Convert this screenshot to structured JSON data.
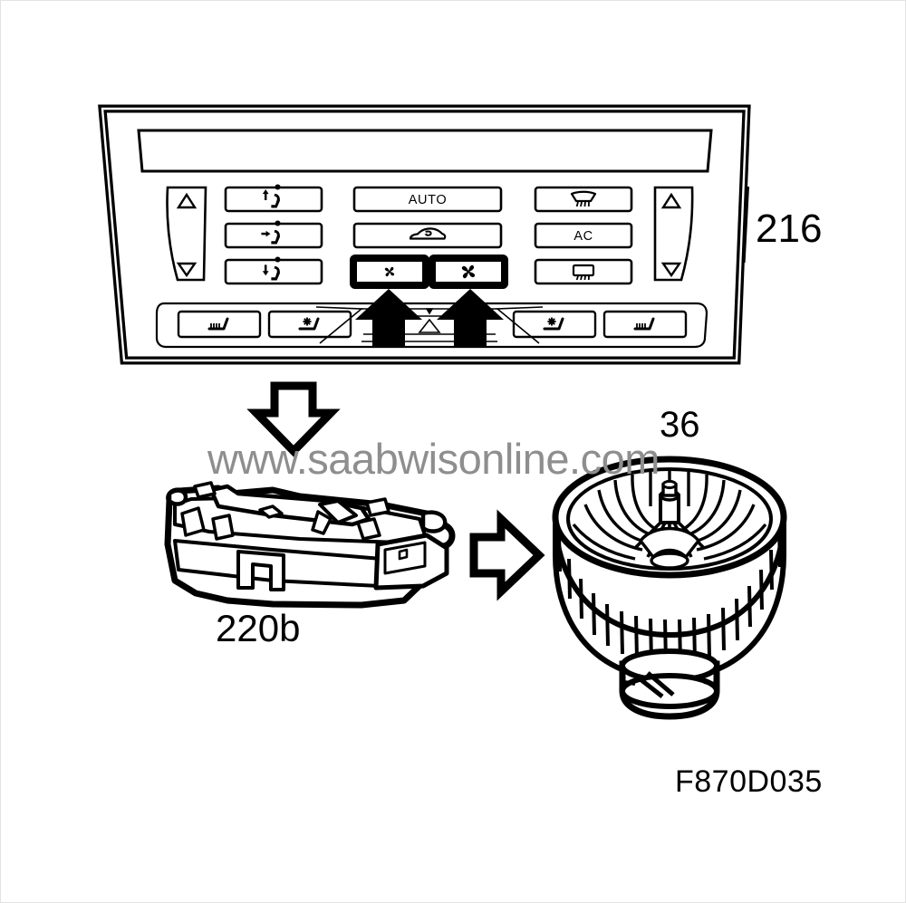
{
  "figure": {
    "code": "F870D035",
    "watermark": "www.saabwisonline.com",
    "background_color": "#ffffff",
    "line_color": "#000000",
    "watermark_color": "#8e8e8e"
  },
  "callouts": [
    {
      "id": "216",
      "label": "216",
      "refers_to": "automatic-climate-control-panel"
    },
    {
      "id": "36",
      "label": "36",
      "refers_to": "blower-motor-fan-wheel"
    },
    {
      "id": "220b",
      "label": "220b",
      "refers_to": "blower-motor-control-unit"
    }
  ],
  "control_panel": {
    "name": "Automatic Climate Control (ACC) panel",
    "display": {
      "name": "lcd-display",
      "text": ""
    },
    "left_temp_stepper": {
      "up": "▲",
      "down": "▼",
      "name": "driver-temperature-stepper"
    },
    "right_temp_stepper": {
      "up": "▲",
      "down": "▼",
      "name": "passenger-temperature-stepper"
    },
    "buttons": [
      {
        "id": "airflow-windshield",
        "icon": "airflow-up-icon",
        "label": "",
        "highlighted": false
      },
      {
        "id": "airflow-face",
        "icon": "airflow-right-icon",
        "label": "",
        "highlighted": false
      },
      {
        "id": "airflow-floor",
        "icon": "airflow-down-icon",
        "label": "",
        "highlighted": false
      },
      {
        "id": "auto",
        "icon": "",
        "label": "AUTO",
        "highlighted": false
      },
      {
        "id": "recirculation",
        "icon": "recirculation-car-icon",
        "label": "",
        "highlighted": false
      },
      {
        "id": "fan-speed-down",
        "icon": "fan-small-icon",
        "label": "",
        "highlighted": true
      },
      {
        "id": "fan-speed-up",
        "icon": "fan-large-icon",
        "label": "",
        "highlighted": true
      },
      {
        "id": "windshield-defrost",
        "icon": "windshield-defrost-icon",
        "label": "",
        "highlighted": false
      },
      {
        "id": "ac",
        "icon": "",
        "label": "AC",
        "highlighted": false
      },
      {
        "id": "rear-defrost",
        "icon": "rear-defrost-icon",
        "label": "",
        "highlighted": false
      }
    ],
    "seat_buttons": [
      {
        "id": "seat-heater-left",
        "icon": "heated-seat-icon"
      },
      {
        "id": "seat-vent-left",
        "icon": "ventilated-seat-icon"
      },
      {
        "id": "seat-vent-right",
        "icon": "ventilated-seat-icon"
      },
      {
        "id": "seat-heater-right",
        "icon": "heated-seat-icon"
      }
    ],
    "highlight_arrows": {
      "name": "fan-button-highlight-arrows",
      "count": 2,
      "direction": "up"
    }
  },
  "flow_arrows": [
    {
      "id": "panel-to-control-unit",
      "direction": "down",
      "style": "hollow-block"
    },
    {
      "id": "control-unit-to-blower",
      "direction": "right",
      "style": "hollow-block"
    }
  ],
  "parts": [
    {
      "id": "blower-motor-control-unit",
      "callout": "220b",
      "type": "electronic-module"
    },
    {
      "id": "blower-motor-fan-wheel",
      "callout": "36",
      "type": "squirrel-cage-blower"
    }
  ]
}
